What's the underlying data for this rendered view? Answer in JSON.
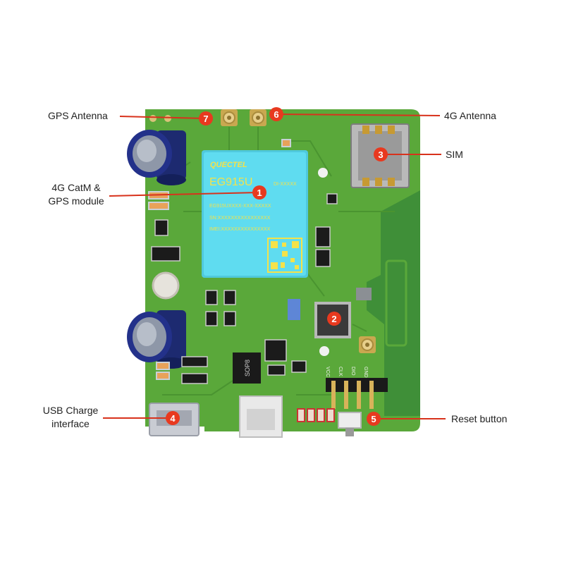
{
  "colors": {
    "pcb": "#5aa83a",
    "pcb_dark": "#4a9430",
    "ground_plane": "#3f8f38",
    "module_body": "#5fdcf0",
    "module_text": "#f4e24a",
    "marker": "#e8391f",
    "leader": "#d8321c",
    "label_text": "#222222"
  },
  "callouts": [
    {
      "num": "1",
      "lines": [
        "4G CatM &",
        "GPS module"
      ],
      "target": "module"
    },
    {
      "num": "2",
      "lines": [
        "",
        ""
      ],
      "target": "mcu"
    },
    {
      "num": "3",
      "lines": [
        "SIM"
      ],
      "target": "sim-slot"
    },
    {
      "num": "4",
      "lines": [
        "USB Charge",
        "interface"
      ],
      "target": "usb-port"
    },
    {
      "num": "5",
      "lines": [
        "Reset button"
      ],
      "target": "reset-button"
    },
    {
      "num": "6",
      "lines": [
        "4G Antenna"
      ],
      "target": "4g-antenna-connector"
    },
    {
      "num": "7",
      "lines": [
        "GPS Antenna"
      ],
      "target": "gps-antenna-connector"
    }
  ],
  "module": {
    "brand": "QUECTEL",
    "model": "EG915U",
    "code": "DI-XXXXX",
    "line1": "EG915UXXXX-XXX-XXXXX",
    "line2": "SN:XXXXXXXXXXXXXXXX",
    "line3": "IMEI:XXXXXXXXXXXXXXX"
  },
  "silkscreen": {
    "pin_labels": [
      "VCC",
      "CLK",
      "DIO",
      "GND"
    ],
    "chip_label": "SOP8"
  }
}
